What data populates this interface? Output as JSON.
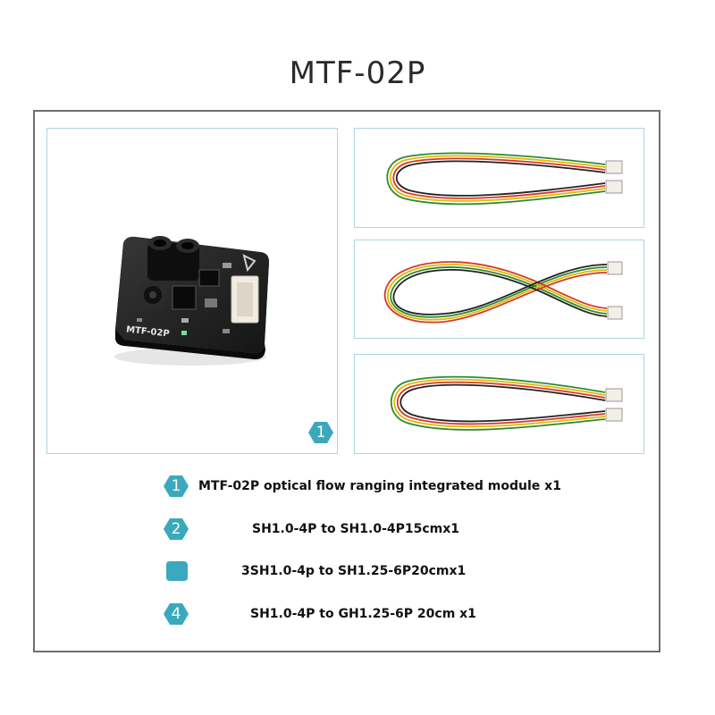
{
  "title": "MTF-02P",
  "module": {
    "board_label": "MTF-02P",
    "badge_number": "1"
  },
  "accent_color": "#3aa9bd",
  "items": [
    {
      "number": "1",
      "text": "MTF-02P optical flow ranging integrated module x1"
    },
    {
      "number": "2",
      "text": "SH1.0-4P to SH1.0-4P15cmx1"
    },
    {
      "number": "",
      "text": "3SH1.0-4p to SH1.25-6P20cmx1"
    },
    {
      "number": "4",
      "text": "SH1.0-4P to GH1.25-6P 20cm x1"
    }
  ]
}
